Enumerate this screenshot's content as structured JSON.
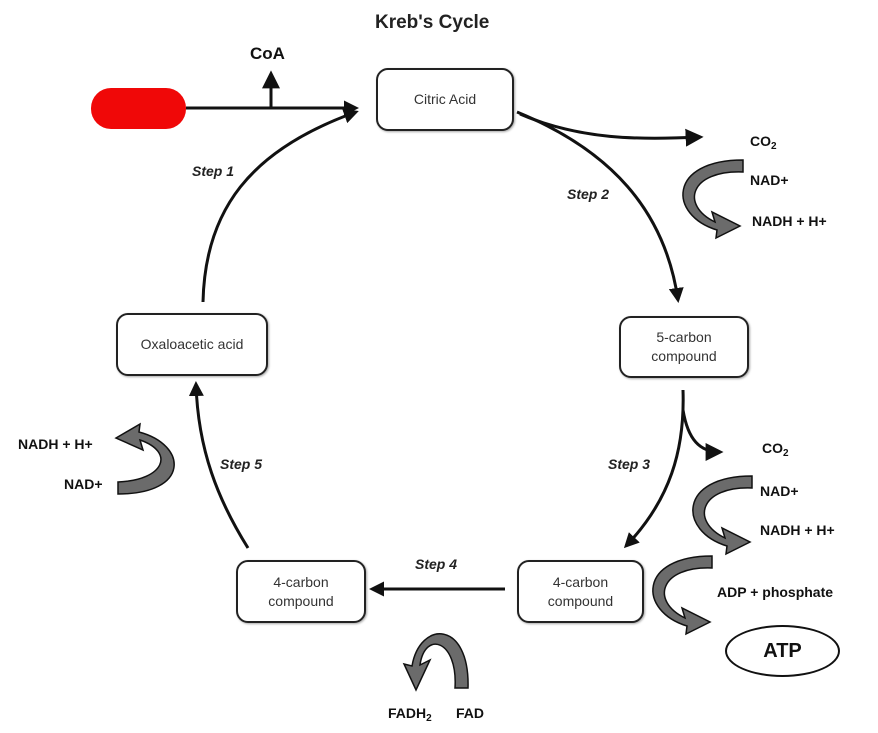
{
  "title": "Kreb's Cycle",
  "nodes": {
    "citric_acid": "Citric Acid",
    "five_carbon": [
      "5-carbon",
      "compound"
    ],
    "four_carbon_right": [
      "4-carbon",
      "compound"
    ],
    "four_carbon_left": [
      "4-carbon",
      "compound"
    ],
    "oxaloacetic": "Oxaloacetic acid"
  },
  "steps": {
    "step1": "Step 1",
    "step2": "Step 2",
    "step3": "Step 3",
    "step4": "Step 4",
    "step5": "Step 5"
  },
  "inputs": {
    "coa": "CoA"
  },
  "step2_products": {
    "co2": "CO",
    "co2_sub": "2",
    "nad": "NAD+",
    "nadh": "NADH + H+"
  },
  "step3_products": {
    "co2": "CO",
    "co2_sub": "2",
    "nad": "NAD+",
    "nadh": "NADH + H+"
  },
  "step4_products": {
    "adp": "ADP + phosphate",
    "atp": "ATP",
    "fadh2": "FADH",
    "fadh2_sub": "2",
    "fad": "FAD"
  },
  "step5_products": {
    "nadh": "NADH + H+",
    "nad": "NAD+"
  },
  "colors": {
    "redaction": "#f00808",
    "curved_arrow_fill": "#6b6b6b",
    "line": "#111111"
  }
}
